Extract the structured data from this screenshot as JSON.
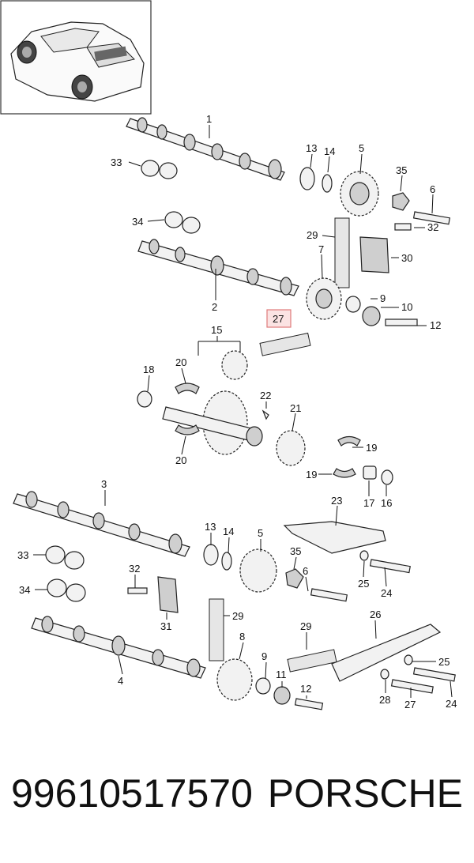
{
  "footer": {
    "part_number": "99610517570",
    "brand": "PORSCHE"
  },
  "callouts": [
    {
      "id": "c1",
      "text": "1"
    },
    {
      "id": "c2",
      "text": "2"
    },
    {
      "id": "c3",
      "text": "3"
    },
    {
      "id": "c4",
      "text": "4"
    },
    {
      "id": "c5a",
      "text": "5"
    },
    {
      "id": "c5b",
      "text": "5"
    },
    {
      "id": "c6a",
      "text": "6"
    },
    {
      "id": "c6b",
      "text": "6"
    },
    {
      "id": "c7",
      "text": "7"
    },
    {
      "id": "c8",
      "text": "8"
    },
    {
      "id": "c9a",
      "text": "9"
    },
    {
      "id": "c9b",
      "text": "9"
    },
    {
      "id": "c10",
      "text": "10"
    },
    {
      "id": "c11",
      "text": "11"
    },
    {
      "id": "c12a",
      "text": "12"
    },
    {
      "id": "c12b",
      "text": "12"
    },
    {
      "id": "c13a",
      "text": "13"
    },
    {
      "id": "c13b",
      "text": "13"
    },
    {
      "id": "c14a",
      "text": "14"
    },
    {
      "id": "c14b",
      "text": "14"
    },
    {
      "id": "c15",
      "text": "15"
    },
    {
      "id": "c16",
      "text": "16"
    },
    {
      "id": "c17",
      "text": "17"
    },
    {
      "id": "c18",
      "text": "18"
    },
    {
      "id": "c19a",
      "text": "19"
    },
    {
      "id": "c19b",
      "text": "19"
    },
    {
      "id": "c20a",
      "text": "20"
    },
    {
      "id": "c20b",
      "text": "20"
    },
    {
      "id": "c21",
      "text": "21"
    },
    {
      "id": "c22",
      "text": "22"
    },
    {
      "id": "c23",
      "text": "23"
    },
    {
      "id": "c24a",
      "text": "24"
    },
    {
      "id": "c24b",
      "text": "24"
    },
    {
      "id": "c25a",
      "text": "25"
    },
    {
      "id": "c25b",
      "text": "25"
    },
    {
      "id": "c26",
      "text": "26"
    },
    {
      "id": "c27a",
      "text": "27"
    },
    {
      "id": "c27b",
      "text": "27"
    },
    {
      "id": "c28",
      "text": "28"
    },
    {
      "id": "c29a",
      "text": "29"
    },
    {
      "id": "c29b",
      "text": "29"
    },
    {
      "id": "c29c",
      "text": "29"
    },
    {
      "id": "c30",
      "text": "30"
    },
    {
      "id": "c31",
      "text": "31"
    },
    {
      "id": "c32a",
      "text": "32"
    },
    {
      "id": "c32b",
      "text": "32"
    },
    {
      "id": "c33a",
      "text": "33"
    },
    {
      "id": "c33b",
      "text": "33"
    },
    {
      "id": "c34a",
      "text": "34"
    },
    {
      "id": "c34b",
      "text": "34"
    },
    {
      "id": "c35a",
      "text": "35"
    },
    {
      "id": "c35b",
      "text": "35"
    }
  ],
  "highlight": {
    "callout": "27",
    "fill": "#fbe3e3",
    "stroke": "#e07a7a"
  }
}
